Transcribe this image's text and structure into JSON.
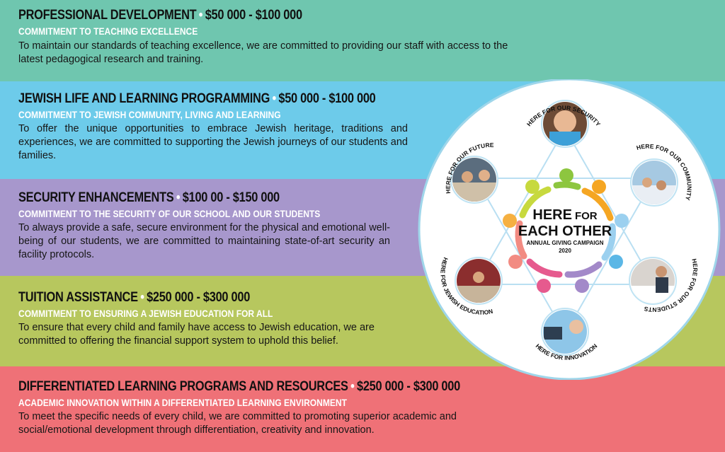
{
  "sections": [
    {
      "heading": "PROFESSIONAL DEVELOPMENT",
      "range": "$50 000 - $100 000",
      "subheading": "COMMITMENT TO TEACHING EXCELLENCE",
      "body": "To maintain our standards of teaching excellence, we are committed to providing our staff with access to the latest pedagogical research and training."
    },
    {
      "heading": "JEWISH LIFE AND LEARNING PROGRAMMING",
      "range": "$50 000 - $100 000",
      "subheading": "COMMITMENT TO JEWISH COMMUNITY, LIVING AND LEARNING",
      "body": "To offer the unique opportunities to embrace Jewish heritage, traditions and experiences, we are committed to supporting the Jewish journeys of our students and families."
    },
    {
      "heading": "SECURITY ENHANCEMENTS",
      "range": "$100 00 - $150 000",
      "subheading": "COMMITMENT TO THE SECURITY OF OUR SCHOOL AND OUR STUDENTS",
      "body": "To always provide a safe, secure environment for the physical and emotional well-being of our students, we are committed to maintaining state-of-art security an facility protocols."
    },
    {
      "heading": "TUITION ASSISTANCE",
      "range": "$250 000 - $300 000",
      "subheading": "COMMITMENT TO ENSURING A JEWISH EDUCATION FOR ALL",
      "body": "To ensure that every child and family have access to Jewish education, we are committed to offering the financial support system to uphold this belief."
    },
    {
      "heading": "DIFFERENTIATED LEARNING PROGRAMS AND RESOURCES",
      "range": "$250 000 - $300 000",
      "subheading": "ACADEMIC INNOVATION WITHIN A DIFFERENTIATED LEARNING ENVIRONMENT",
      "body": "To meet the specific needs of every child, we are committed to promoting superior academic and social/emotional development through differentiation, creativity and innovation."
    }
  ],
  "separator": "•",
  "emblem": {
    "title_line1_a": "HERE",
    "title_line1_b": "FOR",
    "title_line2": "EACH OTHER",
    "campaign": "ANNUAL GIVING CAMPAIGN",
    "year": "2020",
    "labels": {
      "security": "HERE FOR OUR SECURITY",
      "community": "HERE FOR OUR COMMUNITY",
      "students": "HERE FOR OUR STUDENTS",
      "innovation": "HERE FOR INNOVATION",
      "jewish_education": "HERE FOR JEWISH EDUCATION",
      "future": "HERE FOR OUR FUTURE"
    }
  },
  "colors": {
    "band1": "#6fc6af",
    "band2": "#6dcbea",
    "band3": "#a797cc",
    "band4": "#b7c75e",
    "band5": "#ef7177",
    "subheading": "#ffffff",
    "star_lines": "#b9dff2"
  }
}
